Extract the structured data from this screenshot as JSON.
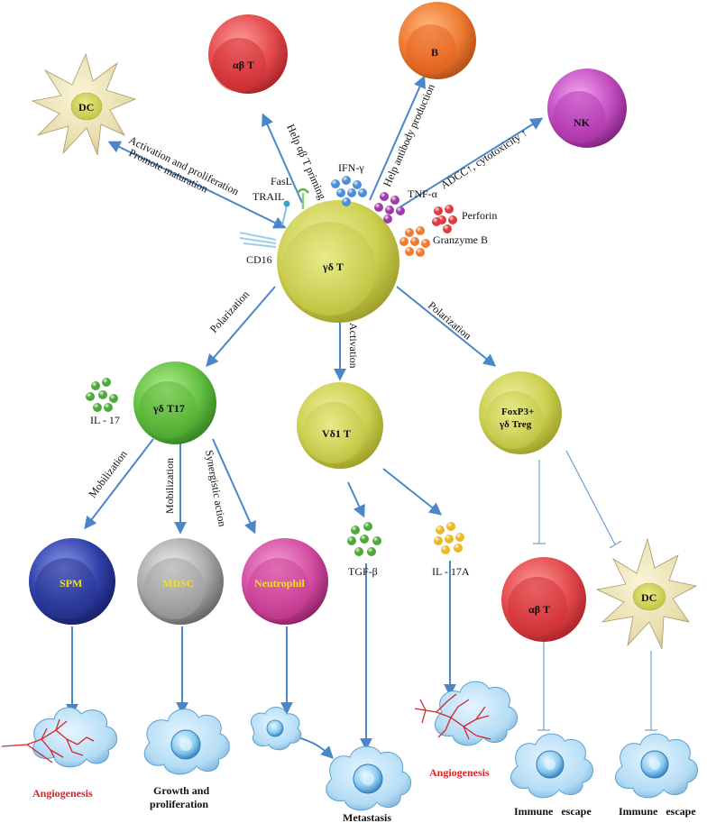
{
  "cells": {
    "gdT": "γδ T",
    "abT_top": "αβ T",
    "B": "B",
    "NK": "NK",
    "DC_top": "DC",
    "gdT17": "γδ T17",
    "Vd1T": "Vδ1 T",
    "Treg_line1": "FoxP3+",
    "Treg_line2": "γδ Treg",
    "SPM": "SPM",
    "MDSC": "MDSC",
    "Neutrophil": "Neutrophil",
    "abT_bottom": "αβ T",
    "DC_bottom": "DC"
  },
  "molecules": {
    "IFNg": "IFN-γ",
    "TNFa": "TNF-α",
    "Perforin": "Perforin",
    "GranzymeB": "Granzyme B",
    "FasL": "FasL",
    "TRAIL": "TRAIL",
    "CD16": "CD16",
    "IL17": "IL - 17",
    "TGFb": "TGF-β",
    "IL17A": "IL - 17A"
  },
  "arrows": {
    "help_ab": "Help αβ T priming",
    "help_antibody": "Help antibody production",
    "adcc": "ADCC↑, cytotoxicity ↑",
    "activation_prolif": "Activation and proliferation",
    "promote_maturation": "Promote maturation",
    "polarization_left": "Polarization",
    "activation": "Activation",
    "polarization_right": "Polarization",
    "mobilization_1": "Mobilization",
    "mobilization_2": "Mobilization",
    "synergistic": "Synergistic action"
  },
  "outcomes": {
    "angiogenesis_1": "Angiogenesis",
    "growth_line1": "Growth and",
    "growth_line2": "proliferation",
    "metastasis": "Metastasis",
    "angiogenesis_2": "Angiogenesis",
    "immune_escape_1": "Immune   escape",
    "immune_escape_2": "Immune   escape"
  },
  "colors": {
    "arrow": "#4a86c8",
    "yellow_cell": "#c9cc4a",
    "red_cell": "#d93b3f",
    "orange_cell": "#e8702c",
    "purple_cell": "#b43eb1",
    "green_cell": "#5cb83d",
    "blue_cell": "#2a3a9e",
    "gray_cell": "#9a9a9a",
    "pink_cell": "#c8449a",
    "label_yellow": "#f2e01a",
    "vessel_red": "#d8232a"
  }
}
